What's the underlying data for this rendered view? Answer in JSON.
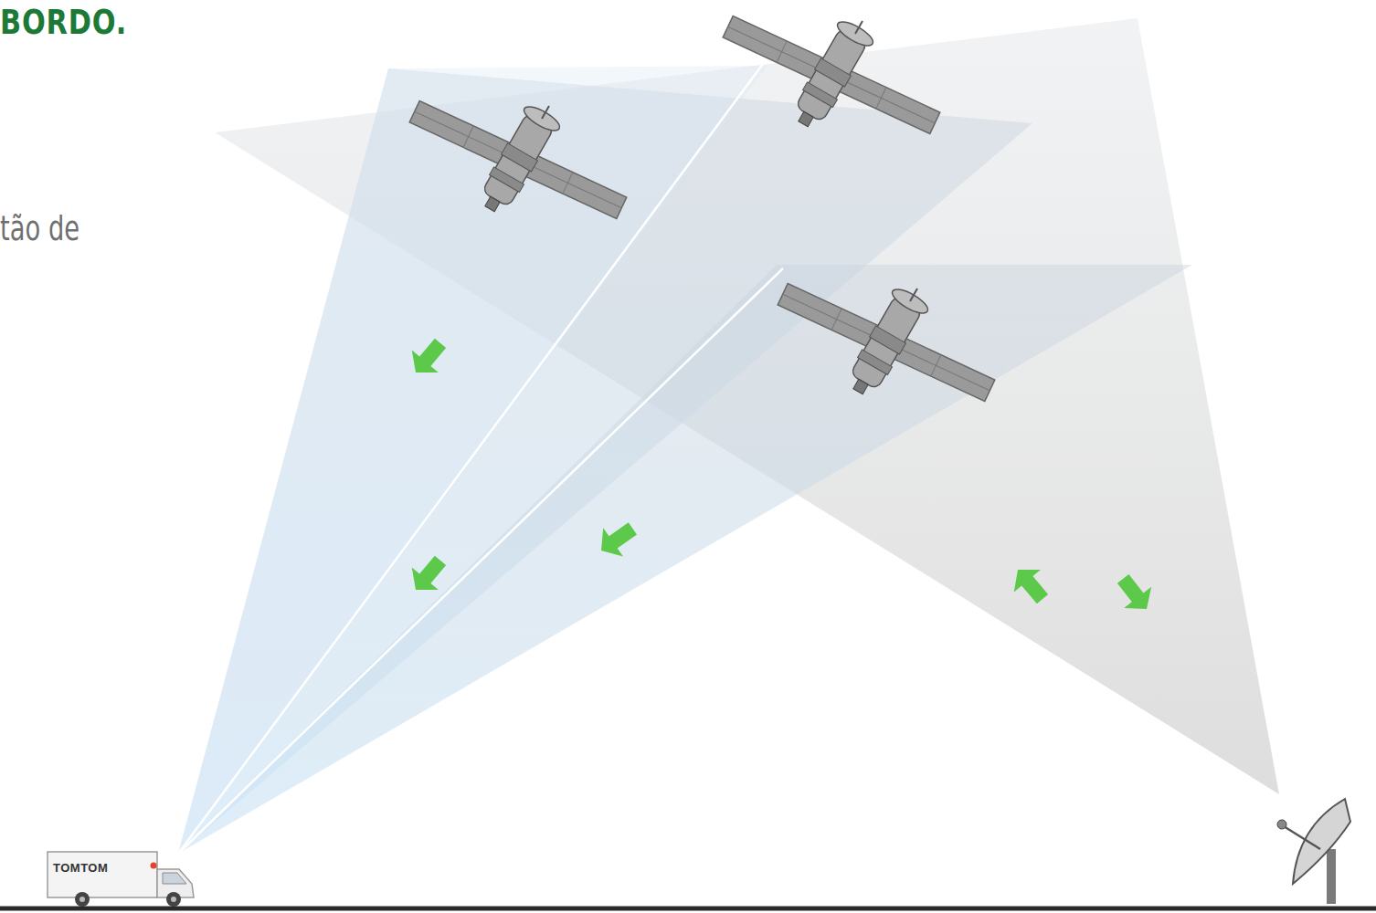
{
  "diagram": {
    "title": "BORDO.",
    "labels": [
      "tão de",
      "TOMTOM"
    ]
  }
}
